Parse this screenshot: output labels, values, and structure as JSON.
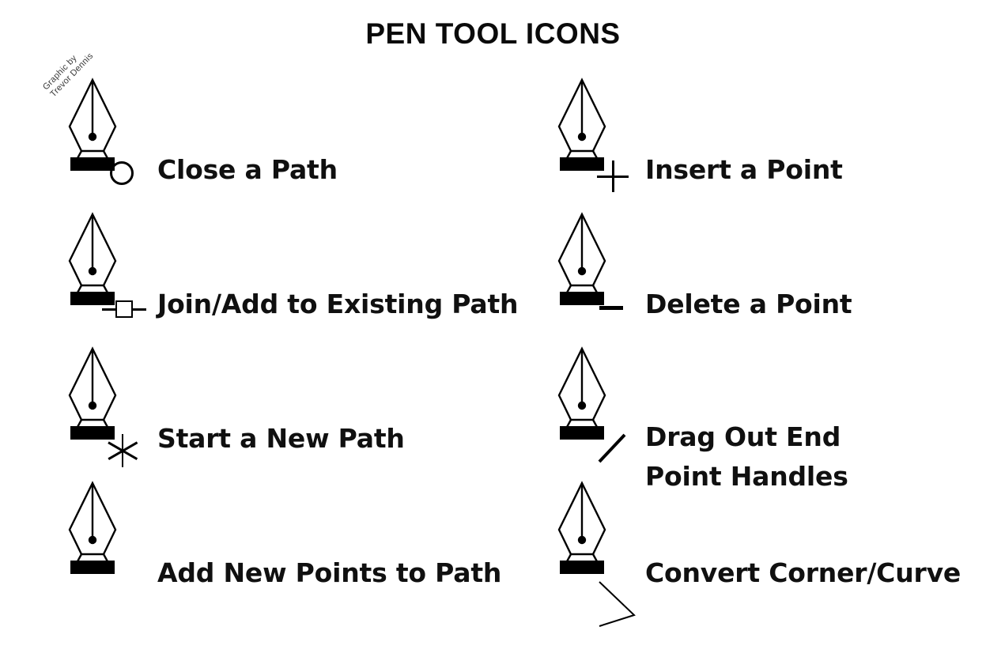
{
  "title": "PEN TOOL ICONS",
  "credit": {
    "line1": "Graphic by",
    "line2": "Trevor Dennis"
  },
  "colors": {
    "ink": "#000000",
    "background": "#ffffff",
    "title": "#0a0a0a"
  },
  "icons": {
    "pen_nib": "pen-nib-icon",
    "modifiers": {
      "close_path": "circle-icon",
      "join_path": "square-node-icon",
      "new_path": "asterisk-icon",
      "add_points": "none",
      "insert_point": "plus-icon",
      "delete_point": "minus-icon",
      "drag_handles": "diagonal-slash-icon",
      "convert_point": "arrow-cursor-icon"
    }
  },
  "columns": {
    "left": [
      {
        "id": "close-a-path",
        "label": "Close a Path",
        "modifier": "circle-icon"
      },
      {
        "id": "join-add-to-existing-path",
        "label": "Join/Add to Existing Path",
        "modifier": "square-node-icon"
      },
      {
        "id": "start-a-new-path",
        "label": "Start a New Path",
        "modifier": "asterisk-icon"
      },
      {
        "id": "add-new-points-to-path",
        "label": "Add New Points to Path",
        "modifier": "none"
      }
    ],
    "right": [
      {
        "id": "insert-a-point",
        "label": "Insert a Point",
        "modifier": "plus-icon"
      },
      {
        "id": "delete-a-point",
        "label": "Delete a Point",
        "modifier": "minus-icon"
      },
      {
        "id": "drag-out-end-point-handles",
        "label": "Drag Out End",
        "label_line2": "Point Handles",
        "modifier": "diagonal-slash-icon"
      },
      {
        "id": "convert-corner-curve",
        "label": "Convert Corner/Curve",
        "modifier": "arrow-cursor-icon"
      }
    ]
  }
}
